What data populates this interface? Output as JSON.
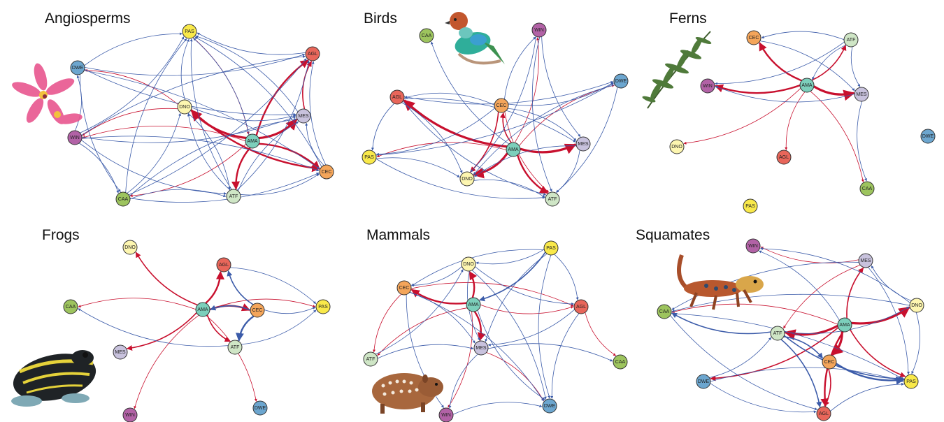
{
  "colors": {
    "blue_edge": "#3b5ba9",
    "red_edge": "#c8102e",
    "nodes": {
      "PAS": "#f9e94a",
      "AGL": "#e8665a",
      "DWE": "#6ca6cf",
      "DNO": "#fdf6b0",
      "MES": "#c8c2dd",
      "WIN": "#b262a6",
      "AMA": "#7ccfbb",
      "CEC": "#f4a55a",
      "CAA": "#9dc45e",
      "ATF": "#cfe6c6"
    }
  },
  "panels": [
    {
      "title": "Angiosperms",
      "picture": "orchid-flower",
      "nodes": [
        "PAS",
        "AGL",
        "DWE",
        "DNO",
        "MES",
        "WIN",
        "AMA",
        "CEC",
        "CAA",
        "ATF"
      ],
      "edges": [
        [
          "AMA",
          "DNO",
          "r",
          4
        ],
        [
          "AMA",
          "MES",
          "r",
          4
        ],
        [
          "AMA",
          "CEC",
          "r",
          3
        ],
        [
          "AMA",
          "ATF",
          "r",
          3
        ],
        [
          "AMA",
          "AGL",
          "r",
          3
        ],
        [
          "AMA",
          "WIN",
          "r",
          1
        ],
        [
          "AMA",
          "CAA",
          "r",
          1
        ],
        [
          "DNO",
          "CEC",
          "r",
          3
        ],
        [
          "MES",
          "AGL",
          "r",
          2
        ],
        [
          "DNO",
          "DWE",
          "r",
          1
        ],
        [
          "PAS",
          "AMA",
          "r",
          1
        ],
        [
          "DNO",
          "WIN",
          "r",
          1
        ],
        [
          "AGL",
          "PAS",
          "b",
          1
        ],
        [
          "DWE",
          "AGL",
          "b",
          1
        ],
        [
          "DWE",
          "PAS",
          "b",
          1
        ],
        [
          "DWE",
          "MES",
          "b",
          1
        ],
        [
          "DWE",
          "CEC",
          "b",
          1
        ],
        [
          "WIN",
          "PAS",
          "b",
          1
        ],
        [
          "WIN",
          "AGL",
          "b",
          1
        ],
        [
          "WIN",
          "MES",
          "b",
          1
        ],
        [
          "WIN",
          "CEC",
          "b",
          1
        ],
        [
          "WIN",
          "ATF",
          "b",
          1
        ],
        [
          "WIN",
          "CAA",
          "b",
          1
        ],
        [
          "WIN",
          "DWE",
          "b",
          1
        ],
        [
          "CAA",
          "PAS",
          "b",
          1
        ],
        [
          "CAA",
          "AGL",
          "b",
          1
        ],
        [
          "CAA",
          "MES",
          "b",
          1
        ],
        [
          "CAA",
          "CEC",
          "b",
          1
        ],
        [
          "CAA",
          "ATF",
          "b",
          1
        ],
        [
          "CAA",
          "DNO",
          "b",
          1
        ],
        [
          "ATF",
          "PAS",
          "b",
          1
        ],
        [
          "ATF",
          "AGL",
          "b",
          1
        ],
        [
          "ATF",
          "MES",
          "b",
          1
        ],
        [
          "ATF",
          "CEC",
          "b",
          1
        ],
        [
          "ATF",
          "DNO",
          "b",
          1
        ],
        [
          "CEC",
          "PAS",
          "b",
          1
        ],
        [
          "CEC",
          "MES",
          "b",
          1
        ],
        [
          "MES",
          "PAS",
          "b",
          1
        ],
        [
          "DNO",
          "PAS",
          "b",
          1
        ],
        [
          "DNO",
          "MES",
          "b",
          1
        ],
        [
          "DNO",
          "ATF",
          "b",
          1
        ],
        [
          "AMA",
          "PAS",
          "b",
          1
        ],
        [
          "CEC",
          "AGL",
          "b",
          1
        ],
        [
          "DWE",
          "CAA",
          "b",
          1
        ]
      ]
    },
    {
      "title": "Birds",
      "picture": "colorful-bird",
      "nodes": [
        "CAA",
        "WIN",
        "DWE",
        "AGL",
        "CEC",
        "AMA",
        "MES",
        "PAS",
        "DNO",
        "ATF"
      ],
      "edges": [
        [
          "AMA",
          "AGL",
          "r",
          4
        ],
        [
          "AMA",
          "MES",
          "r",
          4
        ],
        [
          "AMA",
          "DNO",
          "r",
          4
        ],
        [
          "AMA",
          "ATF",
          "r",
          3
        ],
        [
          "AMA",
          "CEC",
          "r",
          2
        ],
        [
          "AMA",
          "WIN",
          "r",
          1
        ],
        [
          "AMA",
          "DWE",
          "r",
          1
        ],
        [
          "AMA",
          "PAS",
          "r",
          1
        ],
        [
          "CEC",
          "DNO",
          "r",
          2
        ],
        [
          "CEC",
          "ATF",
          "r",
          1
        ],
        [
          "CEC",
          "WIN",
          "b",
          1
        ],
        [
          "CEC",
          "DWE",
          "b",
          1
        ],
        [
          "CEC",
          "MES",
          "b",
          1
        ],
        [
          "CEC",
          "AGL",
          "b",
          1
        ],
        [
          "CEC",
          "PAS",
          "b",
          1
        ],
        [
          "AGL",
          "DWE",
          "b",
          1
        ],
        [
          "AGL",
          "MES",
          "b",
          1
        ],
        [
          "AGL",
          "PAS",
          "b",
          1
        ],
        [
          "AGL",
          "DNO",
          "b",
          1
        ],
        [
          "AGL",
          "ATF",
          "b",
          1
        ],
        [
          "AMA",
          "CAA",
          "b",
          1
        ],
        [
          "WIN",
          "MES",
          "b",
          1
        ],
        [
          "WIN",
          "DNO",
          "b",
          1
        ],
        [
          "WIN",
          "ATF",
          "b",
          1
        ],
        [
          "DWE",
          "ATF",
          "b",
          1
        ],
        [
          "DWE",
          "DNO",
          "b",
          1
        ],
        [
          "MES",
          "ATF",
          "b",
          1
        ],
        [
          "MES",
          "DNO",
          "b",
          1
        ],
        [
          "PAS",
          "DNO",
          "b",
          1
        ],
        [
          "PAS",
          "ATF",
          "b",
          1
        ],
        [
          "DNO",
          "ATF",
          "b",
          1
        ],
        [
          "PAS",
          "DWE",
          "b",
          1
        ]
      ]
    },
    {
      "title": "Ferns",
      "picture": "fern-frond",
      "nodes": [
        "CEC",
        "ATF",
        "WIN",
        "AMA",
        "MES",
        "DNO",
        "AGL",
        "CAA",
        "DWE",
        "PAS"
      ],
      "edges": [
        [
          "AMA",
          "WIN",
          "r",
          3
        ],
        [
          "AMA",
          "MES",
          "r",
          4
        ],
        [
          "AMA",
          "CEC",
          "r",
          3
        ],
        [
          "AMA",
          "ATF",
          "r",
          2
        ],
        [
          "AMA",
          "DNO",
          "r",
          1
        ],
        [
          "AMA",
          "AGL",
          "r",
          1
        ],
        [
          "AMA",
          "CAA",
          "r",
          1
        ],
        [
          "ATF",
          "CEC",
          "b",
          1
        ],
        [
          "ATF",
          "WIN",
          "b",
          1
        ],
        [
          "ATF",
          "MES",
          "b",
          1
        ],
        [
          "CEC",
          "MES",
          "b",
          1
        ],
        [
          "MES",
          "CAA",
          "b",
          1
        ],
        [
          "MES",
          "WIN",
          "b",
          1
        ],
        [
          "ATF",
          "AMA",
          "b",
          1
        ]
      ]
    },
    {
      "title": "Frogs",
      "picture": "poison-dart-frog",
      "nodes": [
        "DNO",
        "AGL",
        "CAA",
        "AMA",
        "CEC",
        "PAS",
        "ATF",
        "MES",
        "WIN",
        "DWE"
      ],
      "edges": [
        [
          "AMA",
          "DNO",
          "r",
          2
        ],
        [
          "AMA",
          "AGL",
          "r",
          3
        ],
        [
          "AMA",
          "CEC",
          "r",
          3
        ],
        [
          "AMA",
          "CAA",
          "r",
          1
        ],
        [
          "AMA",
          "PAS",
          "r",
          1
        ],
        [
          "AMA",
          "ATF",
          "r",
          2
        ],
        [
          "AMA",
          "MES",
          "r",
          2
        ],
        [
          "AMA",
          "WIN",
          "r",
          1
        ],
        [
          "AMA",
          "DWE",
          "r",
          1
        ],
        [
          "CEC",
          "ATF",
          "b",
          3
        ],
        [
          "CEC",
          "AGL",
          "b",
          2
        ],
        [
          "CEC",
          "PAS",
          "b",
          1
        ],
        [
          "AGL",
          "PAS",
          "b",
          1
        ],
        [
          "ATF",
          "PAS",
          "b",
          1
        ],
        [
          "ATF",
          "CAA",
          "b",
          1
        ],
        [
          "CEC",
          "AMA",
          "b",
          2
        ]
      ]
    },
    {
      "title": "Mammals",
      "picture": "paca-rodent",
      "nodes": [
        "PAS",
        "DNO",
        "CEC",
        "AMA",
        "AGL",
        "ATF",
        "MES",
        "CAA",
        "DWE",
        "WIN"
      ],
      "edges": [
        [
          "AMA",
          "CEC",
          "r",
          3
        ],
        [
          "AMA",
          "DNO",
          "r",
          3
        ],
        [
          "AMA",
          "MES",
          "r",
          3
        ],
        [
          "AMA",
          "ATF",
          "r",
          1
        ],
        [
          "AMA",
          "WIN",
          "r",
          1
        ],
        [
          "AMA",
          "AGL",
          "r",
          1
        ],
        [
          "CEC",
          "AGL",
          "r",
          1
        ],
        [
          "CEC",
          "ATF",
          "r",
          1
        ],
        [
          "MES",
          "DWE",
          "r",
          1
        ],
        [
          "AGL",
          "CAA",
          "r",
          1
        ],
        [
          "PAS",
          "AMA",
          "b",
          2
        ],
        [
          "PAS",
          "CEC",
          "b",
          1
        ],
        [
          "PAS",
          "DNO",
          "b",
          1
        ],
        [
          "PAS",
          "MES",
          "b",
          1
        ],
        [
          "PAS",
          "AGL",
          "b",
          1
        ],
        [
          "PAS",
          "DWE",
          "b",
          1
        ],
        [
          "DNO",
          "CEC",
          "b",
          1
        ],
        [
          "DNO",
          "AGL",
          "b",
          1
        ],
        [
          "DNO",
          "DWE",
          "b",
          1
        ],
        [
          "DNO",
          "MES",
          "b",
          1
        ],
        [
          "CEC",
          "MES",
          "b",
          1
        ],
        [
          "CEC",
          "WIN",
          "b",
          1
        ],
        [
          "ATF",
          "MES",
          "b",
          1
        ],
        [
          "ATF",
          "DNO",
          "b",
          1
        ],
        [
          "AGL",
          "MES",
          "b",
          1
        ],
        [
          "AGL",
          "DWE",
          "b",
          1
        ],
        [
          "MES",
          "CAA",
          "b",
          1
        ],
        [
          "MES",
          "WIN",
          "b",
          1
        ],
        [
          "WIN",
          "DWE",
          "b",
          1
        ],
        [
          "AMA",
          "DWE",
          "b",
          1
        ],
        [
          "CEC",
          "DWE",
          "b",
          1
        ]
      ]
    },
    {
      "title": "Squamates",
      "picture": "gecko-lizard",
      "nodes": [
        "WIN",
        "MES",
        "DNO",
        "AMA",
        "CAA",
        "ATF",
        "CEC",
        "DWE",
        "PAS",
        "AGL"
      ],
      "edges": [
        [
          "AMA",
          "ATF",
          "r",
          4
        ],
        [
          "AMA",
          "DNO",
          "r",
          4
        ],
        [
          "AMA",
          "CEC",
          "r",
          4
        ],
        [
          "AMA",
          "AGL",
          "r",
          3
        ],
        [
          "AMA",
          "MES",
          "r",
          2
        ],
        [
          "AMA",
          "PAS",
          "r",
          2
        ],
        [
          "AMA",
          "DWE",
          "r",
          2
        ],
        [
          "AMA",
          "CAA",
          "r",
          1
        ],
        [
          "MES",
          "WIN",
          "r",
          1
        ],
        [
          "MES",
          "ATF",
          "r",
          1
        ],
        [
          "CEC",
          "AGL",
          "r",
          2
        ],
        [
          "CEC",
          "PAS",
          "b",
          3
        ],
        [
          "ATF",
          "CAA",
          "b",
          2
        ],
        [
          "ATF",
          "DNO",
          "b",
          1
        ],
        [
          "ATF",
          "AGL",
          "b",
          2
        ],
        [
          "ATF",
          "PAS",
          "b",
          2
        ],
        [
          "ATF",
          "CEC",
          "b",
          2
        ],
        [
          "DNO",
          "CAA",
          "b",
          1
        ],
        [
          "DNO",
          "PAS",
          "b",
          1
        ],
        [
          "DNO",
          "WIN",
          "b",
          1
        ],
        [
          "DNO",
          "MES",
          "b",
          1
        ],
        [
          "MES",
          "CAA",
          "b",
          1
        ],
        [
          "MES",
          "PAS",
          "b",
          1
        ],
        [
          "CAA",
          "AGL",
          "b",
          1
        ],
        [
          "CAA",
          "PAS",
          "b",
          1
        ],
        [
          "DWE",
          "AGL",
          "b",
          1
        ],
        [
          "DWE",
          "PAS",
          "b",
          1
        ],
        [
          "DWE",
          "ATF",
          "b",
          1
        ],
        [
          "AGL",
          "PAS",
          "b",
          1
        ],
        [
          "AMA",
          "WIN",
          "b",
          1
        ]
      ]
    }
  ]
}
